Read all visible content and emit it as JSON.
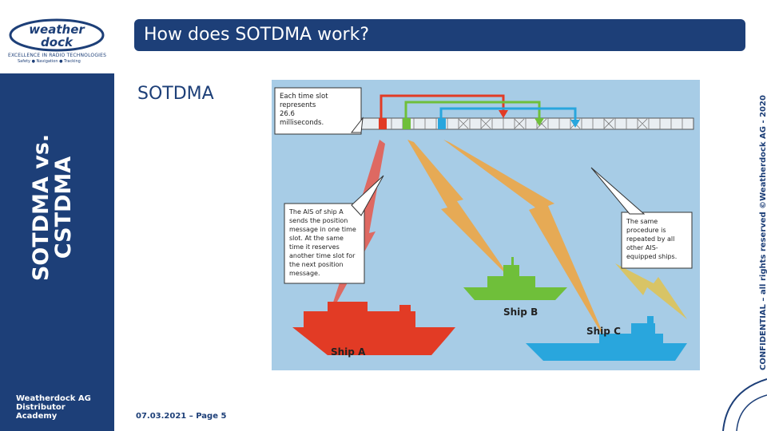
{
  "header": {
    "title": "How does SOTDMA work?"
  },
  "sidebar": {
    "logo_tagline": "EXCELLENCE IN RADIO TECHNOLOGIES",
    "logo_subline": "Safety ● Navigation ● Tracking",
    "vertical_title": "SOTDMA vs. CSTDMA",
    "org_line1": "Weatherdock AG",
    "org_line2": "Distributor",
    "org_line3": "Academy"
  },
  "main": {
    "section_label": "SOTDMA"
  },
  "diagram": {
    "note_timeslot": [
      "Each time slot",
      "represents",
      "26.6",
      "milliseconds."
    ],
    "note_ship_a": [
      "The AIS of ship A",
      "sends the position",
      "message in one time",
      "slot. At the same",
      "time it reserves",
      "another time slot for",
      "the next position",
      "message."
    ],
    "note_same": [
      "The same",
      "procedure is",
      "repeated by all",
      "other AIS-",
      "equipped ships."
    ],
    "ship_a": "Ship A",
    "ship_b": "Ship B",
    "ship_c": "Ship C"
  },
  "footer": {
    "date_page": "07.03.2021 – Page 5",
    "confidential": "CONFIDENTIAL – all rights reserved ©Weatherdock AG - 2020"
  },
  "colors": {
    "brand_blue": "#1d3f78",
    "ship_a": "#e23b25",
    "ship_b": "#6fbf3a",
    "ship_c": "#29a6dd",
    "sea": "#a7cce6"
  }
}
